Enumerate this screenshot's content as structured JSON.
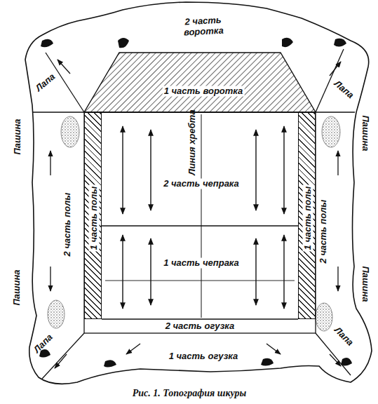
{
  "diagram": {
    "caption": "Рис. 1. Топография шкуры",
    "nodes": [
      {
        "text": [
          "1 часть воротка"
        ]
      },
      {
        "text": [
          "2 часть чепрака"
        ]
      },
      {
        "text": [
          "1 часть чепрака"
        ]
      },
      {
        "text": [
          "2 часть огузка"
        ]
      },
      {
        "text": [
          "1 часть полы"
        ]
      },
      {
        "text": [
          "1 часть полы"
        ]
      }
    ],
    "labels": [
      "2 часть воротка",
      "Лапа",
      "Лапа",
      "Пашина",
      "Пашина",
      "Линия хребта",
      "2 часть полы",
      "2 часть полы",
      "Пашина",
      "Пашина",
      "Лапа",
      "Лапа",
      "1 часть огузка"
    ]
  }
}
